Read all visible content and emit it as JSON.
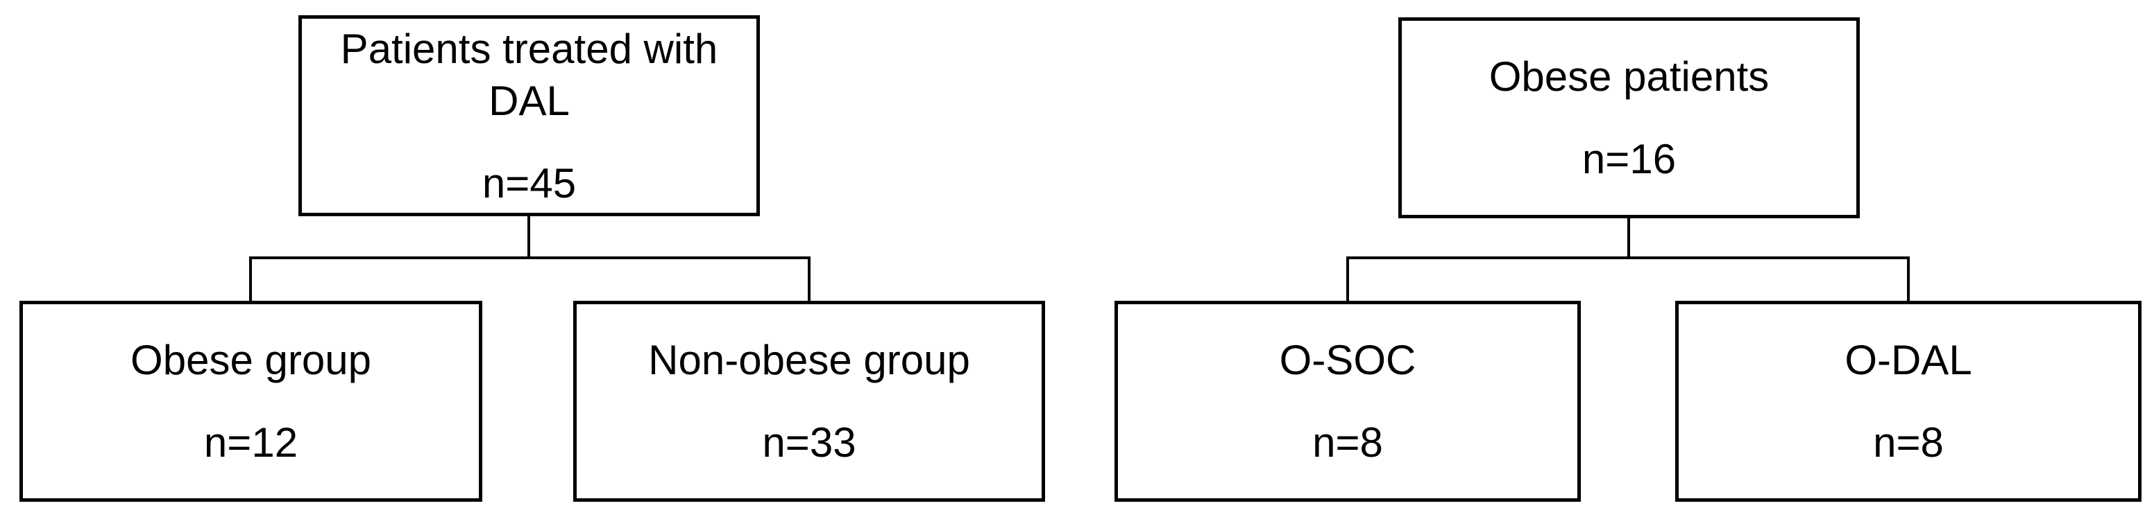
{
  "diagram": {
    "background_color": "#ffffff",
    "line_color": "#000000",
    "text_color": "#000000",
    "trees": [
      {
        "id": "dal-cohort",
        "parent": {
          "label": "Patients treated with DAL",
          "count": "n=45"
        },
        "children": [
          {
            "label": "Obese group",
            "count": "n=12"
          },
          {
            "label": "Non-obese group",
            "count": "n=33"
          }
        ]
      },
      {
        "id": "obese-cohort",
        "parent": {
          "label": "Obese patients",
          "count": "n=16"
        },
        "children": [
          {
            "label": "O-SOC",
            "count": "n=8"
          },
          {
            "label": "O-DAL",
            "count": "n=8"
          }
        ]
      }
    ]
  }
}
